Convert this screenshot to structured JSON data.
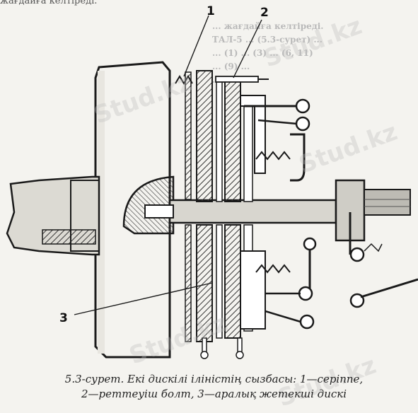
{
  "page": {
    "top_text": "жағдайға келтіреді.",
    "background_lines": [
      "... жағдайға келтіреді.",
      "ТАЛ-5 ... (5.3-сурет) ... ",
      "... (1) ... (3) ... (6, 11)",
      "... (9) ...",
      "..."
    ]
  },
  "diagram": {
    "callouts": [
      {
        "id": "1",
        "label": "1"
      },
      {
        "id": "2",
        "label": "2"
      },
      {
        "id": "3",
        "label": "3"
      }
    ]
  },
  "caption": {
    "line1": "5.3-сурет. Екі дискілі ілiністің сызбасы: 1—серіппе,",
    "line2": "2—реттеуіш болт, 3—аралық жетекші дискі"
  },
  "watermarks": {
    "text": "Stud.kz"
  },
  "colors": {
    "ink": "#1a1a1a",
    "paper": "#f4f3ef",
    "hatch": "#333333"
  }
}
